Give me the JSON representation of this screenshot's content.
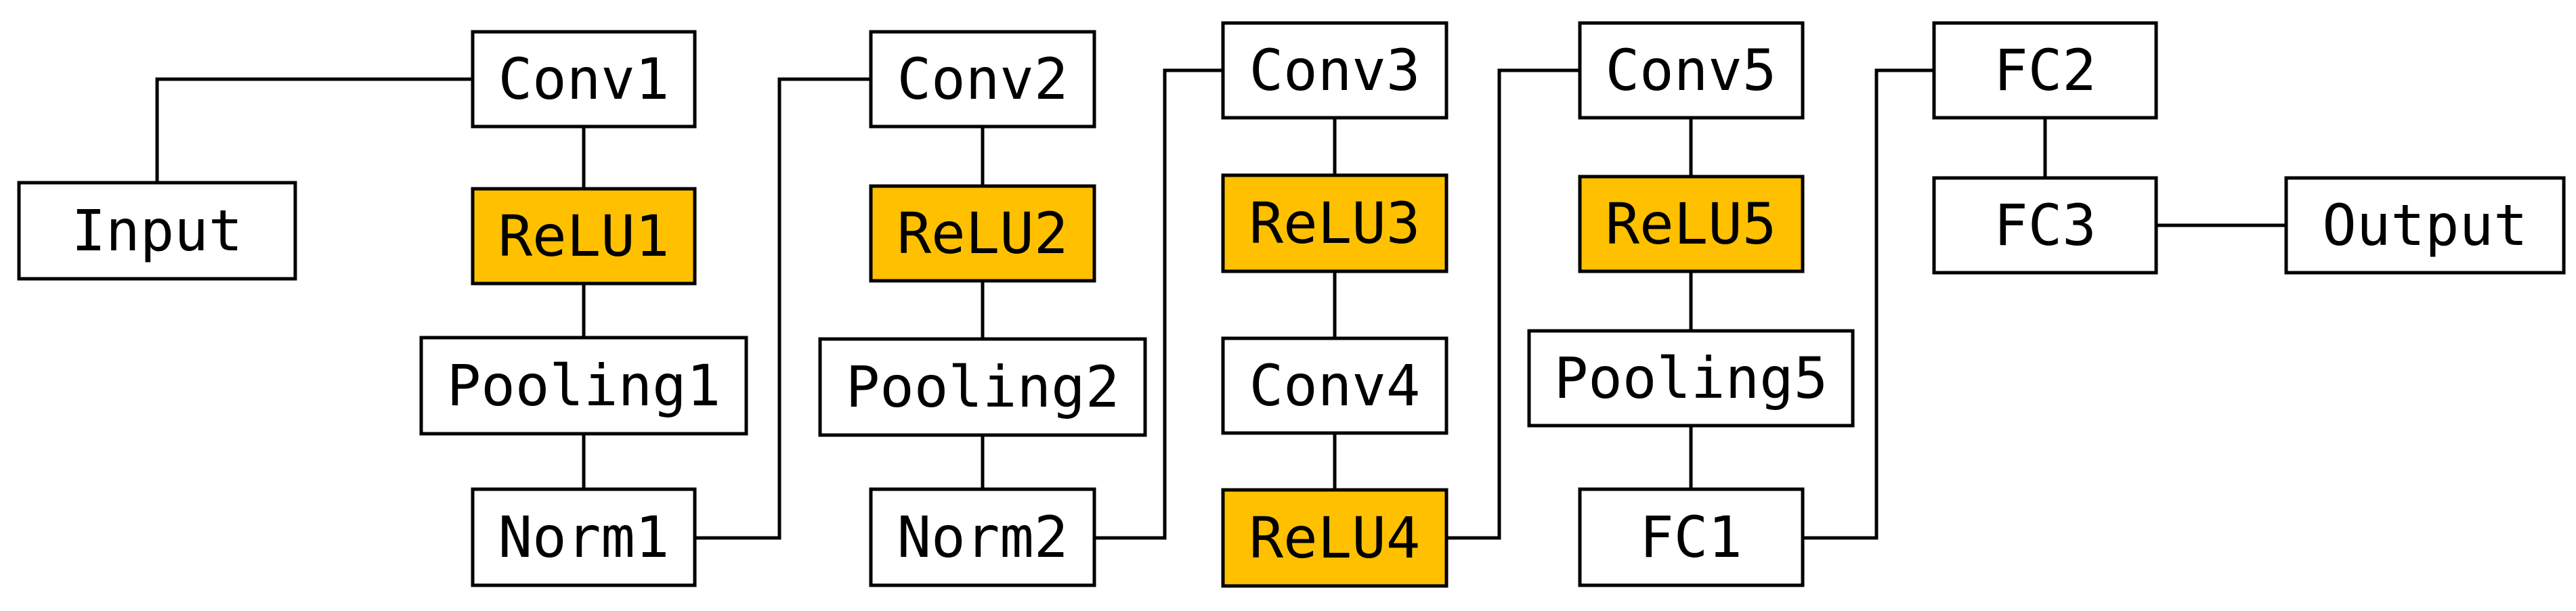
{
  "colors": {
    "activation_fill": "#FFC000",
    "default_fill": "#FFFFFF",
    "line": "#000000"
  },
  "nodes": {
    "input": {
      "label": "Input",
      "kind": "default"
    },
    "conv1": {
      "label": "Conv1",
      "kind": "default"
    },
    "relu1": {
      "label": "ReLU1",
      "kind": "activation"
    },
    "pooling1": {
      "label": "Pooling1",
      "kind": "default"
    },
    "norm1": {
      "label": "Norm1",
      "kind": "default"
    },
    "conv2": {
      "label": "Conv2",
      "kind": "default"
    },
    "relu2": {
      "label": "ReLU2",
      "kind": "activation"
    },
    "pooling2": {
      "label": "Pooling2",
      "kind": "default"
    },
    "norm2": {
      "label": "Norm2",
      "kind": "default"
    },
    "conv3": {
      "label": "Conv3",
      "kind": "default"
    },
    "relu3": {
      "label": "ReLU3",
      "kind": "activation"
    },
    "conv4": {
      "label": "Conv4",
      "kind": "default"
    },
    "relu4": {
      "label": "ReLU4",
      "kind": "activation"
    },
    "conv5": {
      "label": "Conv5",
      "kind": "default"
    },
    "relu5": {
      "label": "ReLU5",
      "kind": "activation"
    },
    "pooling5": {
      "label": "Pooling5",
      "kind": "default"
    },
    "fc1": {
      "label": "FC1",
      "kind": "default"
    },
    "fc2": {
      "label": "FC2",
      "kind": "default"
    },
    "fc3": {
      "label": "FC3",
      "kind": "default"
    },
    "output": {
      "label": "Output",
      "kind": "default"
    }
  },
  "edges": [
    [
      "input",
      "conv1"
    ],
    [
      "conv1",
      "relu1"
    ],
    [
      "relu1",
      "pooling1"
    ],
    [
      "pooling1",
      "norm1"
    ],
    [
      "norm1",
      "conv2"
    ],
    [
      "conv2",
      "relu2"
    ],
    [
      "relu2",
      "pooling2"
    ],
    [
      "pooling2",
      "norm2"
    ],
    [
      "norm2",
      "conv3"
    ],
    [
      "conv3",
      "relu3"
    ],
    [
      "relu3",
      "conv4"
    ],
    [
      "conv4",
      "relu4"
    ],
    [
      "relu4",
      "conv5"
    ],
    [
      "conv5",
      "relu5"
    ],
    [
      "relu5",
      "pooling5"
    ],
    [
      "pooling5",
      "fc1"
    ],
    [
      "fc1",
      "fc2"
    ],
    [
      "fc2",
      "fc3"
    ],
    [
      "fc3",
      "output"
    ]
  ]
}
